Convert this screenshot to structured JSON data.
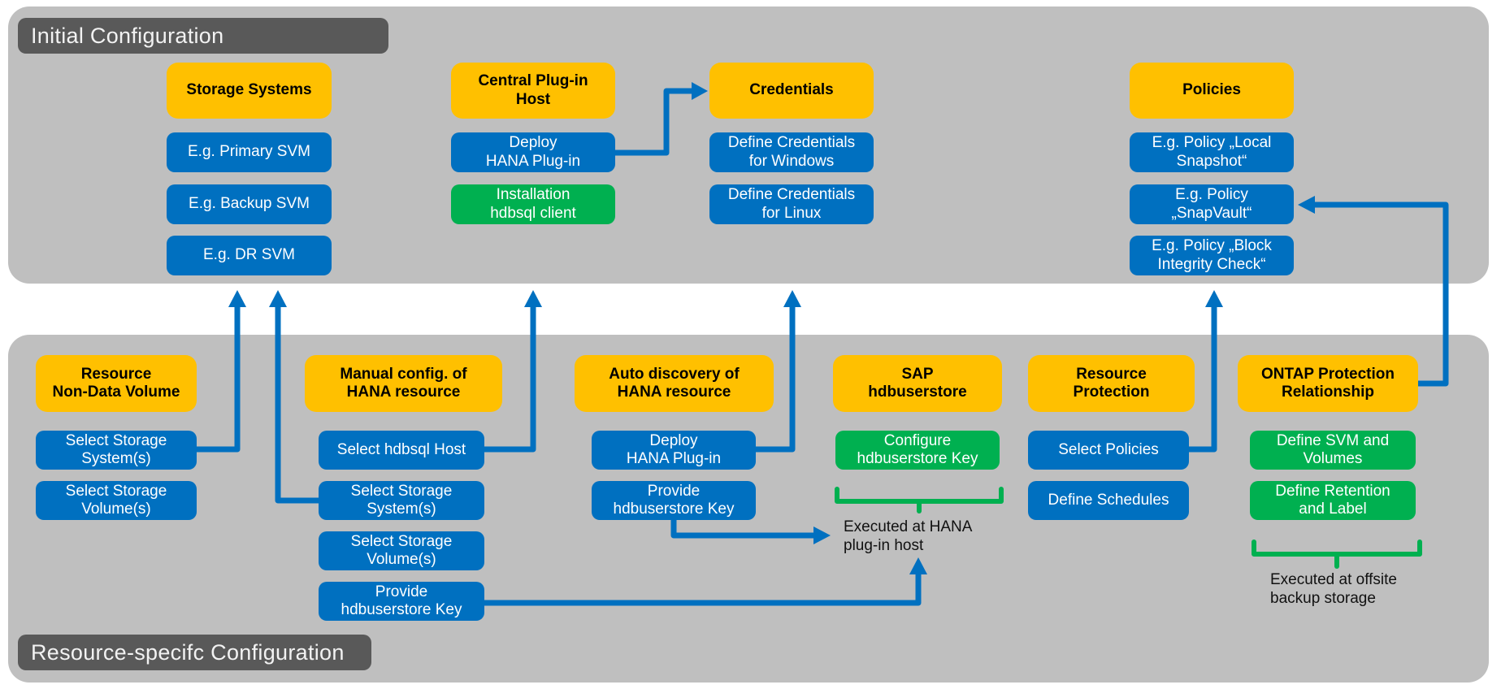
{
  "colors": {
    "section_fill": "#bfbfbf",
    "bar_fill": "#595959",
    "header_fill": "#ffc000",
    "item_blue": "#0070c0",
    "item_green": "#00b050",
    "arrow": "#0070c0",
    "bracket": "#00b050"
  },
  "sections": {
    "initial": {
      "title": "Initial Configuration"
    },
    "resource_specific": {
      "title": "Resource-specifc Configuration"
    }
  },
  "initial_columns": [
    {
      "header": "Storage Systems",
      "items": [
        {
          "label": "E.g. Primary SVM"
        },
        {
          "label": "E.g. Backup SVM"
        },
        {
          "label": "E.g. DR SVM"
        }
      ]
    },
    {
      "header": "Central Plug-in\nHost",
      "items": [
        {
          "label": "Deploy\nHANA Plug-in"
        },
        {
          "label": "Installation\nhdbsql client"
        }
      ]
    },
    {
      "header": "Credentials",
      "items": [
        {
          "label": "Define Credentials\nfor Windows"
        },
        {
          "label": "Define Credentials\nfor Linux"
        }
      ]
    },
    {
      "header": "Policies",
      "items": [
        {
          "label": "E.g. Policy „Local\nSnapshot“"
        },
        {
          "label": "E.g. Policy\n„SnapVault“"
        },
        {
          "label": "E.g. Policy „Block\nIntegrity Check“"
        }
      ]
    }
  ],
  "resource_columns": [
    {
      "header": "Resource\nNon-Data Volume",
      "items": [
        {
          "label": "Select Storage\nSystem(s)"
        },
        {
          "label": "Select Storage\nVolume(s)"
        }
      ]
    },
    {
      "header": "Manual config. of\nHANA resource",
      "items": [
        {
          "label": "Select hdbsql Host"
        },
        {
          "label": "Select Storage\nSystem(s)"
        },
        {
          "label": "Select Storage\nVolume(s)"
        },
        {
          "label": "Provide\nhdbuserstore Key"
        }
      ]
    },
    {
      "header": "Auto discovery of\nHANA resource",
      "items": [
        {
          "label": "Deploy\nHANA Plug-in"
        },
        {
          "label": "Provide\nhdbuserstore Key"
        }
      ]
    },
    {
      "header": "SAP\nhdbuserstore",
      "items": [
        {
          "label": "Configure\nhdbuserstore Key"
        }
      ]
    },
    {
      "header": "Resource\nProtection",
      "items": [
        {
          "label": "Select Policies"
        },
        {
          "label": "Define Schedules"
        }
      ]
    },
    {
      "header": "ONTAP Protection\nRelationship",
      "items": [
        {
          "label": "Define SVM and\nVolumes"
        },
        {
          "label": "Define Retention\nand Label"
        }
      ]
    }
  ],
  "notes": {
    "hana_plugin_host": "Executed at HANA\nplug-in host",
    "offsite_backup": "Executed at offsite\nbackup storage"
  }
}
